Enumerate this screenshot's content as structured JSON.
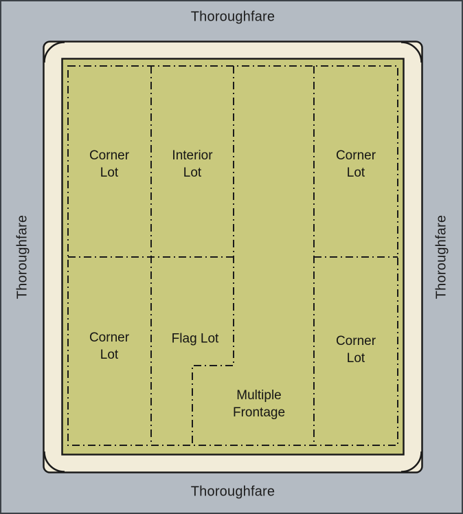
{
  "figure": {
    "description": "Block and lot types diagram"
  },
  "colors": {
    "background": "#b4bbc3",
    "street": "#f2ecd9",
    "block": "#c9c97d",
    "line": "#1a1a1a"
  },
  "streets": {
    "top": "Thoroughfare",
    "bottom": "Thoroughfare",
    "left": "Thoroughfare",
    "right": "Thoroughfare"
  },
  "lots": {
    "corner_top_left": {
      "line1": "Corner",
      "line2": "Lot"
    },
    "interior": {
      "line1": "Interior",
      "line2": "Lot"
    },
    "corner_top_right": {
      "line1": "Corner",
      "line2": "Lot"
    },
    "corner_bottom_left": {
      "line1": "Corner",
      "line2": "Lot"
    },
    "flag": {
      "line1": "Flag Lot"
    },
    "corner_bottom_right": {
      "line1": "Corner",
      "line2": "Lot"
    },
    "multiple_frontage": {
      "line1": "Multiple",
      "line2": "Frontage"
    }
  }
}
